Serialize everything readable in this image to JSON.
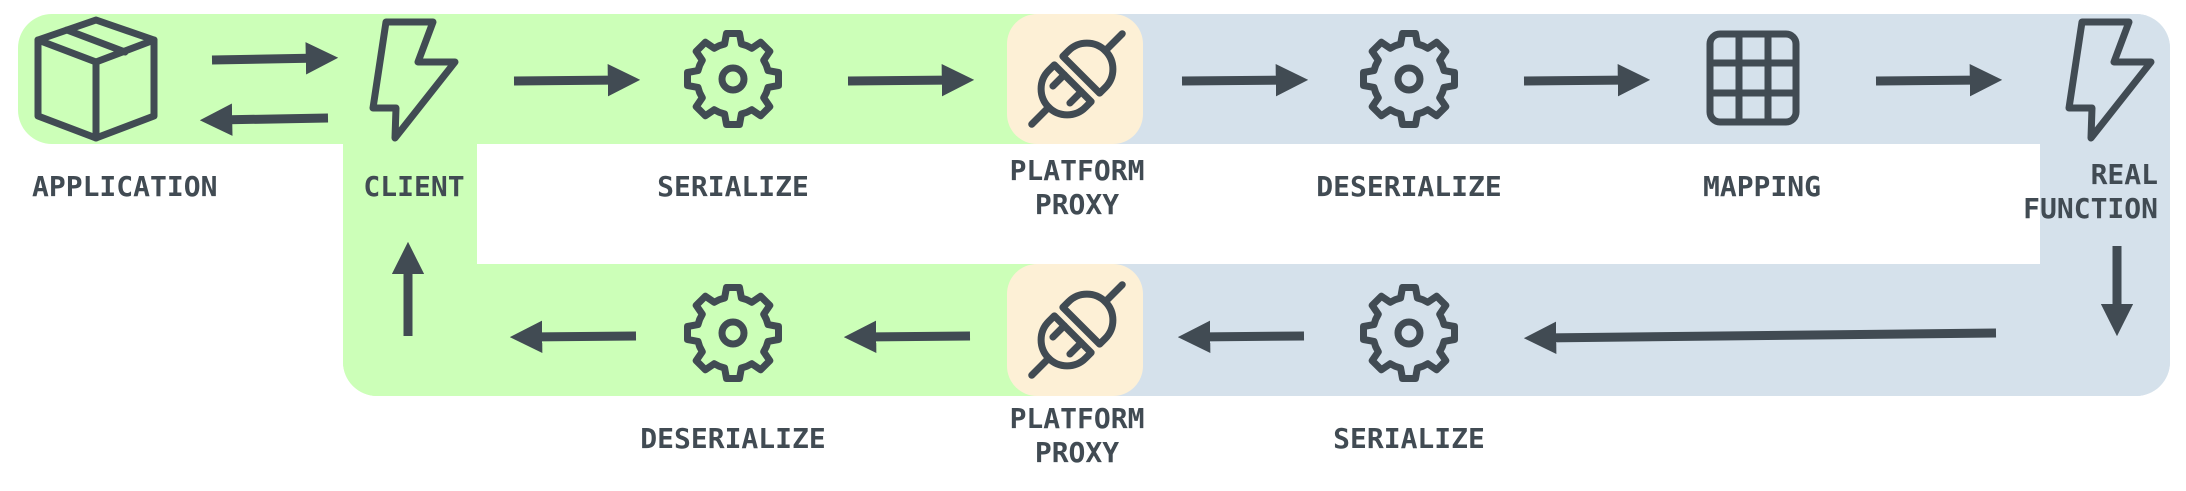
{
  "colors": {
    "client_zone": "#ccffb8",
    "server_zone": "#d5e1eb",
    "proxy_zone": "#fdf0d6",
    "ink": "#414b53",
    "background": "#ffffff"
  },
  "nodes": {
    "application": {
      "lines": [
        "APPLICATION"
      ],
      "icon": "package-icon"
    },
    "client": {
      "lines": [
        "CLIENT"
      ],
      "icon": "lightning-bolt-icon"
    },
    "serialize_top": {
      "lines": [
        "SERIALIZE"
      ],
      "icon": "gear-icon"
    },
    "proxy_top": {
      "lines": [
        "PLATFORM",
        "PROXY"
      ],
      "icon": "plug-icon"
    },
    "deserialize_top": {
      "lines": [
        "DESERIALIZE"
      ],
      "icon": "gear-icon"
    },
    "mapping": {
      "lines": [
        "MAPPING"
      ],
      "icon": "grid-table-icon"
    },
    "real_function": {
      "lines": [
        "REAL",
        "FUNCTION"
      ],
      "icon": "lightning-bolt-icon"
    },
    "serialize_bottom": {
      "lines": [
        "SERIALIZE"
      ],
      "icon": "gear-icon"
    },
    "proxy_bottom": {
      "lines": [
        "PLATFORM",
        "PROXY"
      ],
      "icon": "plug-icon"
    },
    "deserialize_bottom": {
      "lines": [
        "DESERIALIZE"
      ],
      "icon": "gear-icon"
    }
  }
}
